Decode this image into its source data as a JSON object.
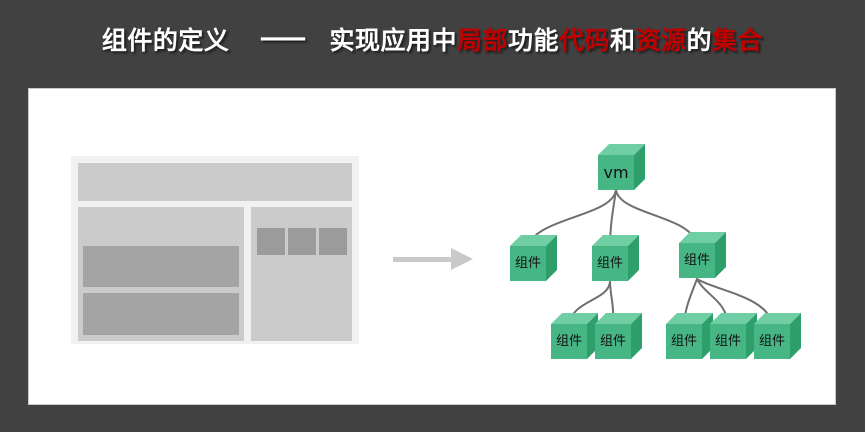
{
  "title": {
    "segments": [
      {
        "text": "组件的定义",
        "color": "#ffffff"
      },
      {
        "text": "——",
        "color": "#ffffff"
      },
      {
        "text": "实现应用中",
        "color": "#ffffff"
      },
      {
        "text": "局部",
        "color": "#bf0000"
      },
      {
        "text": "功能",
        "color": "#ffffff"
      },
      {
        "text": "代码",
        "color": "#bf0000"
      },
      {
        "text": "和",
        "color": "#ffffff"
      },
      {
        "text": "资源",
        "color": "#bf0000"
      },
      {
        "text": "的",
        "color": "#ffffff"
      },
      {
        "text": "集合",
        "color": "#bf0000"
      }
    ],
    "full_text": "组件的定义 —— 实现应用中局部功能代码和资源的集合"
  },
  "diagram": {
    "tree": {
      "nodes": [
        {
          "id": "root",
          "label": "vm"
        },
        {
          "id": "child-1",
          "label": "组件",
          "parent": "root"
        },
        {
          "id": "child-2",
          "label": "组件",
          "parent": "root"
        },
        {
          "id": "child-3",
          "label": "组件",
          "parent": "root"
        },
        {
          "id": "grandchild-1",
          "label": "组件",
          "parent": "child-2"
        },
        {
          "id": "grandchild-2",
          "label": "组件",
          "parent": "child-2"
        },
        {
          "id": "grandchild-3",
          "label": "组件",
          "parent": "child-3"
        },
        {
          "id": "grandchild-4",
          "label": "组件",
          "parent": "child-3"
        },
        {
          "id": "grandchild-5",
          "label": "组件",
          "parent": "child-3"
        }
      ]
    },
    "wireframe": {
      "regions": [
        "header-bar",
        "main-panel",
        "sidebar-panel",
        "content-bar-1",
        "content-bar-2",
        "thumb-1",
        "thumb-2",
        "thumb-3"
      ]
    },
    "arrow_icon": "right-arrow"
  },
  "colors": {
    "background": "#414141",
    "card": "#ffffff",
    "accent_red": "#bf0000",
    "title_white": "#ffffff",
    "cube_front": "#47b685",
    "cube_top": "#6fcea4",
    "cube_side": "#2e9e6b",
    "connector": "#6f6f6f",
    "wireframe_bg": "#f1f1f1",
    "wireframe_panel": "#cbcbcb",
    "wireframe_bar": "#a4a4a4",
    "wireframe_thumb": "#9b9b9b",
    "arrow": "#c9c9c9"
  }
}
